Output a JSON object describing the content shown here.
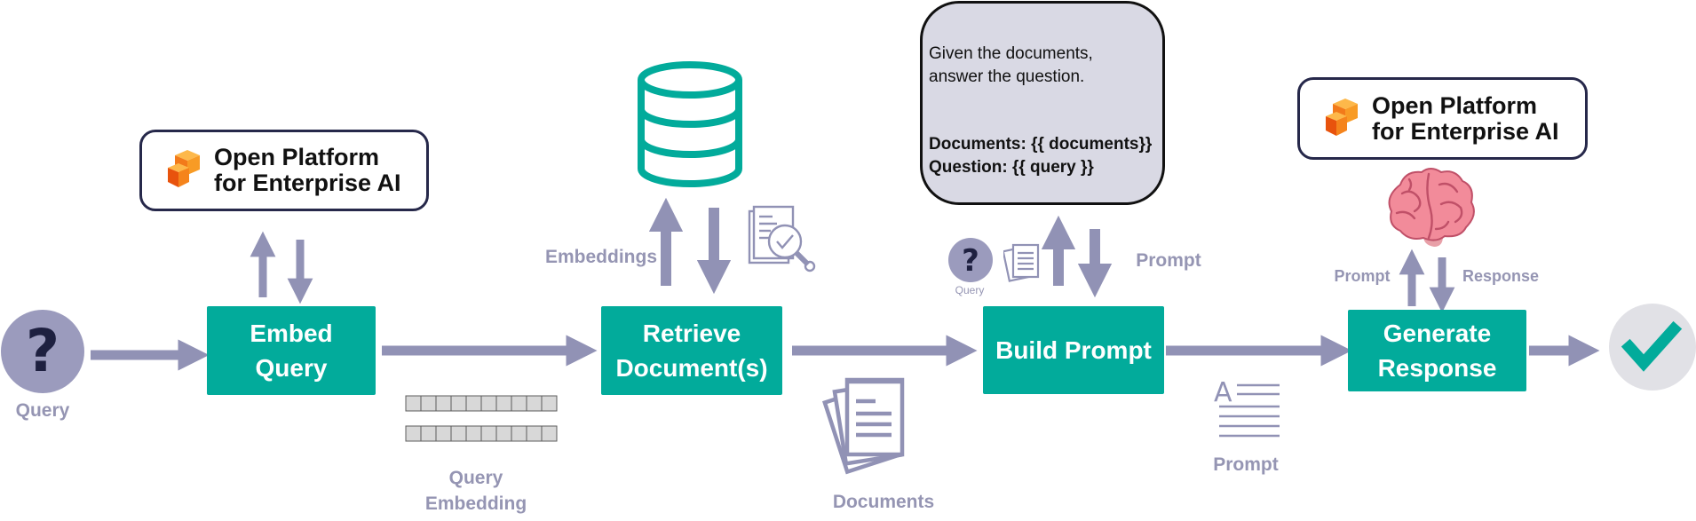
{
  "steps": {
    "embed": "Embed\nQuery",
    "retrieve": "Retrieve\nDocument(s)",
    "build": "Build Prompt",
    "generate": "Generate\nResponse"
  },
  "labels": {
    "query": "Query",
    "query_embedding": "Query\nEmbedding",
    "embeddings": "Embeddings",
    "documents": "Documents",
    "prompt_top": "Prompt",
    "query_small": "Query",
    "prompt_bottom": "Prompt",
    "prompt_llm": "Prompt",
    "response_llm": "Response"
  },
  "opea_logo": {
    "text": "Open Platform\nfor Enterprise AI"
  },
  "prompt_template": {
    "line1": "Given the documents,",
    "line2": "answer the question.",
    "line3": "Documents: {{ documents}}",
    "line4": "Question: {{ query }}"
  },
  "icons": {
    "query_circle": "question-mark-icon",
    "database": "database-icon",
    "doc_search": "document-search-icon",
    "documents_stack": "documents-stack-icon",
    "small_query": "question-mark-icon",
    "small_doc": "document-icon",
    "text_lines": "text-document-icon",
    "brain": "brain-icon",
    "check": "checkmark-icon",
    "cube": "cube-logo-icon"
  },
  "colors": {
    "teal": "#02ab9b",
    "arrow": "#9192b5",
    "label": "#9595b3",
    "prompt_bg": "#d9d9e4",
    "logo_border": "#26284a"
  }
}
